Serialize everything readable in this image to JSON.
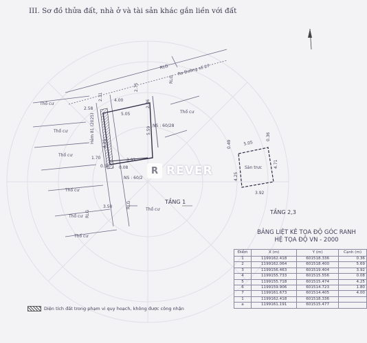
{
  "section_title": "III. Sơ đồ thửa đất, nhà ở và tài sản khác gắn liền với đất",
  "map": {
    "road_label": "Ra Đường số 27",
    "rlg_labels": [
      "RLG",
      "RLG",
      "RLG",
      "RLG"
    ],
    "neighbor_labels": [
      "Thổ cư",
      "Thổ cư",
      "Thổ cư",
      "Thổ cư",
      "Thổ cư",
      "Thổ cư",
      "Thổ cư",
      "Thổ cư"
    ],
    "house_main": "NS : 60/28",
    "house_lower": "NS : 60/2",
    "alley_label": "Hẻm 81 (2025)",
    "dimensions": [
      "2.58",
      "2.31",
      "2.75",
      "4.00",
      "2.36",
      "5.05",
      "5.59",
      "4.25",
      "1.70",
      "3.92",
      "0.50",
      "0.08",
      "3.50"
    ],
    "floor1_label": "TẦNG 1",
    "floor23_label": "TẦNG 2,3",
    "floor23_inner": "Sàn trưc",
    "floor23_dims": [
      "5.05",
      "0.36",
      "4.71",
      "4.25",
      "3.92",
      "0.49"
    ]
  },
  "watermark": {
    "logo_letter": "R",
    "text": "REVER"
  },
  "table": {
    "title_line1": "BẢNG LIỆT KÊ TỌA ĐỘ GÓC RANH",
    "title_line2": "HỆ TỌA ĐỘ VN - 2000",
    "headers": [
      "Điểm",
      "X (m)",
      "Y (m)",
      "Cạnh (m)"
    ],
    "rows": [
      {
        "point": "1",
        "x": "1199162.418",
        "y": "601518.336",
        "edge": "0.36"
      },
      {
        "point": "2",
        "x": "1199162.064",
        "y": "601518.400",
        "edge": "5.69"
      },
      {
        "point": "3",
        "x": "1199156.463",
        "y": "601519.404",
        "edge": "3.92"
      },
      {
        "point": "4",
        "x": "1199155.733",
        "y": "601515.556",
        "edge": "0.08"
      },
      {
        "point": "5",
        "x": "1199155.718",
        "y": "601515.474",
        "edge": "4.25"
      },
      {
        "point": "6",
        "x": "1199159.906",
        "y": "601514.723",
        "edge": "1.80"
      },
      {
        "point": "7",
        "x": "1199161.673",
        "y": "601514.405",
        "edge": "4.00"
      },
      {
        "point": "1",
        "x": "1199162.418",
        "y": "601518.336",
        "edge": ""
      },
      {
        "point": "a",
        "x": "1199161.191",
        "y": "601515.477",
        "edge": ""
      }
    ]
  },
  "legend": {
    "text": "Diện tích đất trong phạm vi quy hoạch, không được công nhận"
  }
}
